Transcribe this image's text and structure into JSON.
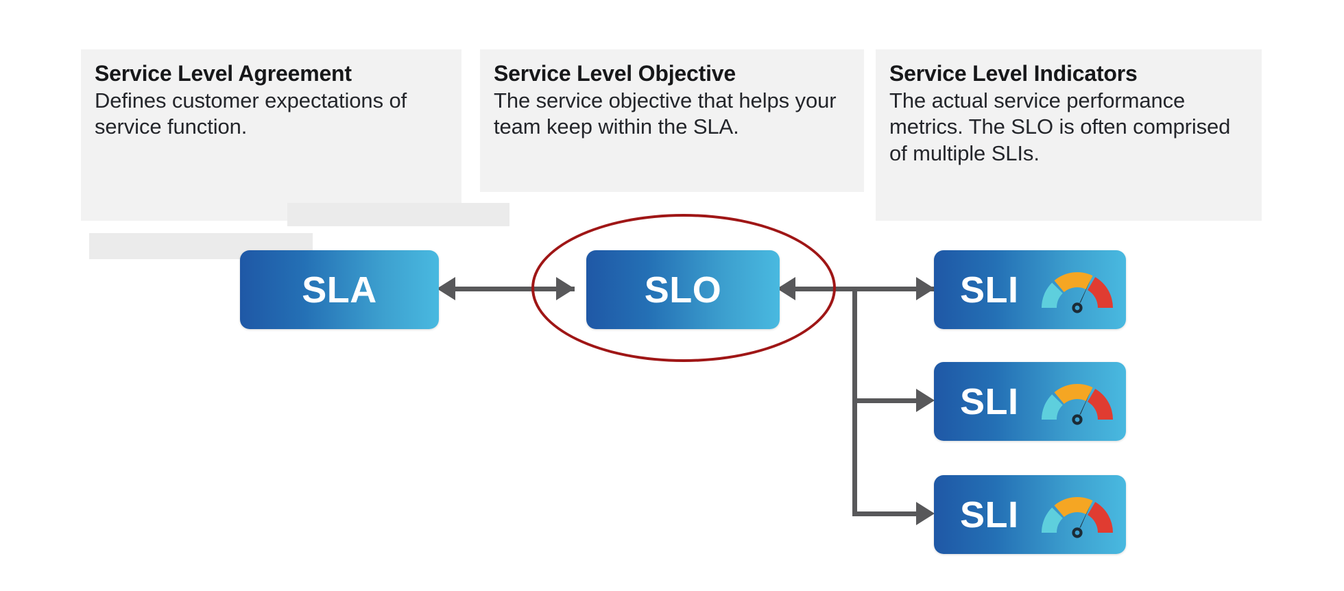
{
  "diagram": {
    "title": "SLA / SLO / SLI relationship diagram",
    "colors": {
      "card_background": "#f2f2f2",
      "redaction_block": "#ebebeb",
      "node_gradient_start": "#1f58a6",
      "node_gradient_end": "#49b9e0",
      "connector": "#58585a",
      "highlight_ellipse": "#9f1616",
      "gauge_low": "#5ecfdd",
      "gauge_mid": "#f5a623",
      "gauge_high": "#e03c31",
      "gauge_needle": "#1c2b36",
      "text_primary": "#17181a",
      "text_body": "#24262b",
      "node_text": "#ffffff"
    },
    "cards": [
      {
        "id": "sla",
        "title": "Service Level Agreement",
        "body": "Defines customer expectations of service function."
      },
      {
        "id": "slo",
        "title": "Service Level Objective",
        "body": "The service objective that helps your team keep within the SLA."
      },
      {
        "id": "sli",
        "title": "Service Level Indicators",
        "body": "The actual service performance metrics. The SLO is often comprised of multiple SLIs."
      }
    ],
    "nodes": [
      {
        "id": "sla",
        "label": "SLA",
        "has_gauge": false
      },
      {
        "id": "slo",
        "label": "SLO",
        "has_gauge": false,
        "highlighted": true
      },
      {
        "id": "sli-1",
        "label": "SLI",
        "has_gauge": true
      },
      {
        "id": "sli-2",
        "label": "SLI",
        "has_gauge": true
      },
      {
        "id": "sli-3",
        "label": "SLI",
        "has_gauge": true
      }
    ],
    "connectors": [
      {
        "id": "sla-slo",
        "from": "SLA",
        "to": "SLO",
        "style": "double-headed-arrow"
      },
      {
        "id": "slo-sli-1",
        "from": "SLO",
        "to": "SLI",
        "style": "arrow"
      },
      {
        "id": "slo-sli-2",
        "from": "SLO",
        "to": "SLI",
        "style": "arrow"
      },
      {
        "id": "slo-sli-3",
        "from": "SLO",
        "to": "SLI",
        "style": "arrow"
      }
    ],
    "gauge": {
      "icon_name": "gauge-icon",
      "segments": [
        "low",
        "mid",
        "high"
      ],
      "needle_zone": "mid"
    }
  }
}
